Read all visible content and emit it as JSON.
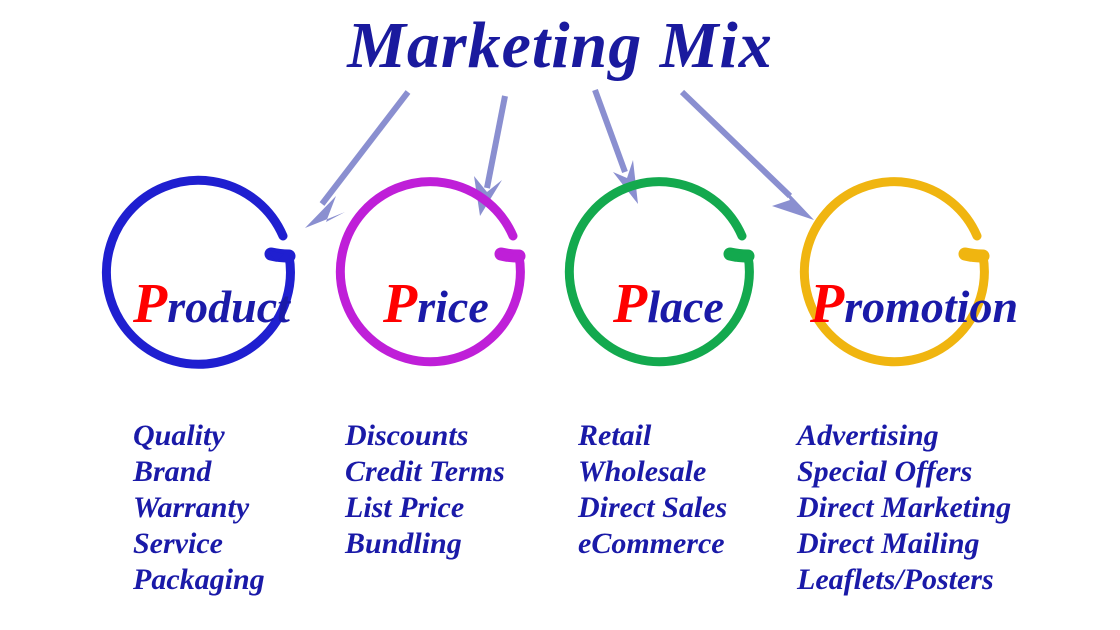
{
  "title": "Marketing Mix",
  "colors": {
    "title": "#1a1a9e",
    "text": "#1a1aa8",
    "initial": "#ff0000",
    "arrow": "#8a8fd0",
    "product_ring": "#1f1fd0",
    "price_ring": "#bf1fd8",
    "place_ring": "#13a94e",
    "promotion_ring": "#f0b510",
    "background": "#ffffff"
  },
  "pillars": [
    {
      "id": "product",
      "initial": "P",
      "rest": "roduct",
      "full_label": "Product",
      "ring_color": "#1f1fd0",
      "items": [
        "Quality",
        "Brand",
        "Warranty",
        "Service",
        "Packaging"
      ]
    },
    {
      "id": "price",
      "initial": "P",
      "rest": "rice",
      "full_label": "Price",
      "ring_color": "#bf1fd8",
      "items": [
        "Discounts",
        "Credit Terms",
        "List Price",
        "Bundling"
      ]
    },
    {
      "id": "place",
      "initial": "P",
      "rest": "lace",
      "full_label": "Place",
      "ring_color": "#13a94e",
      "items": [
        "Retail",
        "Wholesale",
        "Direct Sales",
        "eCommerce"
      ]
    },
    {
      "id": "promotion",
      "initial": "P",
      "rest": "romotion",
      "full_label": "Promotion",
      "ring_color": "#f0b510",
      "items": [
        "Advertising",
        "Special Offers",
        "Direct Marketing",
        "Direct Mailing",
        "Leaflets/Posters"
      ]
    }
  ],
  "arrows": [
    {
      "name": "arrow-to-product",
      "from": "title",
      "to": "product"
    },
    {
      "name": "arrow-to-price",
      "from": "title",
      "to": "price"
    },
    {
      "name": "arrow-to-place",
      "from": "title",
      "to": "place"
    },
    {
      "name": "arrow-to-promotion",
      "from": "title",
      "to": "promotion"
    }
  ]
}
